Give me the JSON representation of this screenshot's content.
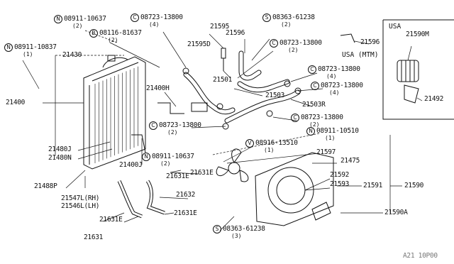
{
  "inset": {
    "region": "USA",
    "sub_region": "USA (MTM)"
  },
  "footer": {
    "ref": "A21  10P00"
  },
  "callouts": [
    {
      "n": "N",
      "num": "08911-10837",
      "qty": "(1)"
    },
    {
      "n": "",
      "num": "21430",
      "qty": ""
    },
    {
      "n": "",
      "num": "21400",
      "qty": ""
    },
    {
      "n": "N",
      "num": "08911-10637",
      "qty": "(2)"
    },
    {
      "n": "B",
      "num": "08116-81637",
      "qty": "(2)"
    },
    {
      "n": "C",
      "num": "08723-13800",
      "qty": "(4)"
    },
    {
      "n": "",
      "num": "21595",
      "qty": ""
    },
    {
      "n": "",
      "num": "21595D",
      "qty": ""
    },
    {
      "n": "",
      "num": "21501",
      "qty": ""
    },
    {
      "n": "",
      "num": "21596",
      "qty": ""
    },
    {
      "n": "S",
      "num": "08363-61238",
      "qty": "(2)"
    },
    {
      "n": "C",
      "num": "08723-13800",
      "qty": "(2)"
    },
    {
      "n": "",
      "num": "21400H",
      "qty": ""
    },
    {
      "n": "",
      "num": "21503",
      "qty": ""
    },
    {
      "n": "C",
      "num": "08723-13800",
      "qty": "(4)"
    },
    {
      "n": "C",
      "num": "08723-13800",
      "qty": "(4)"
    },
    {
      "n": "",
      "num": "21503R",
      "qty": ""
    },
    {
      "n": "C",
      "num": "08723-13800",
      "qty": "(2)"
    },
    {
      "n": "C",
      "num": "08723-13800",
      "qty": "(2)"
    },
    {
      "n": "N",
      "num": "08911-10510",
      "qty": "(1)"
    },
    {
      "n": "V",
      "num": "08916-13510",
      "qty": "(1)"
    },
    {
      "n": "",
      "num": "21597",
      "qty": ""
    },
    {
      "n": "",
      "num": "21475",
      "qty": ""
    },
    {
      "n": "",
      "num": "21480J",
      "qty": ""
    },
    {
      "n": "",
      "num": "21480N",
      "qty": ""
    },
    {
      "n": "",
      "num": "21400J",
      "qty": ""
    },
    {
      "n": "N",
      "num": "08911-10637",
      "qty": "(2)"
    },
    {
      "n": "",
      "num": "21631E",
      "qty": ""
    },
    {
      "n": "",
      "num": "21631E",
      "qty": ""
    },
    {
      "n": "",
      "num": "21488P",
      "qty": ""
    },
    {
      "n": "",
      "num": "21547L(RH)",
      "qty": ""
    },
    {
      "n": "",
      "num": "21546L(LH)",
      "qty": ""
    },
    {
      "n": "",
      "num": "21632",
      "qty": ""
    },
    {
      "n": "",
      "num": "21631E",
      "qty": ""
    },
    {
      "n": "",
      "num": "21631E",
      "qty": ""
    },
    {
      "n": "",
      "num": "21631",
      "qty": ""
    },
    {
      "n": "",
      "num": "21592",
      "qty": ""
    },
    {
      "n": "",
      "num": "21593",
      "qty": ""
    },
    {
      "n": "",
      "num": "21591",
      "qty": ""
    },
    {
      "n": "",
      "num": "21590",
      "qty": ""
    },
    {
      "n": "",
      "num": "21590A",
      "qty": ""
    },
    {
      "n": "S",
      "num": "08363-61238",
      "qty": "(3)"
    },
    {
      "n": "",
      "num": "21590M",
      "qty": ""
    },
    {
      "n": "",
      "num": "21596",
      "qty": ""
    },
    {
      "n": "",
      "num": "21492",
      "qty": ""
    }
  ]
}
